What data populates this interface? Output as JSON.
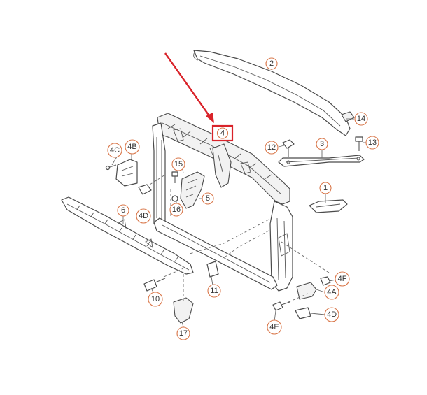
{
  "diagram": {
    "highlight_label": "4",
    "highlight_color": "#d9232a",
    "callout_color": "#d9774a",
    "callouts": {
      "c1": "1",
      "c2": "2",
      "c3": "3",
      "c4A": "4A",
      "c4B": "4B",
      "c4C": "4C",
      "c4D_left": "4D",
      "c4D_right": "4D",
      "c4E": "4E",
      "c4F": "4F",
      "c5": "5",
      "c6": "6",
      "c10": "10",
      "c11": "11",
      "c12": "12",
      "c13": "13",
      "c14": "14",
      "c15": "15",
      "c16": "16",
      "c17": "17"
    }
  }
}
